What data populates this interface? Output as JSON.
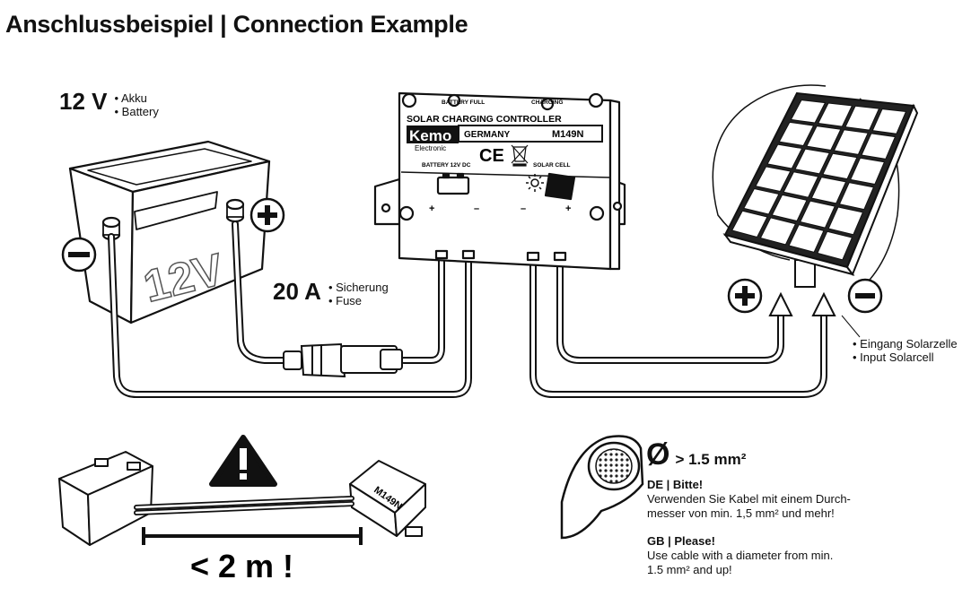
{
  "title": "Anschlussbeispiel | Connection Example",
  "battery": {
    "voltage": "12 V",
    "label_de": "Akku",
    "label_en": "Battery",
    "case_marking": "12V"
  },
  "fuse": {
    "rating": "20 A",
    "label_de": "Sicherung",
    "label_en": "Fuse"
  },
  "controller": {
    "led_battery_full": "BATTERY FULL",
    "led_charging": "CHARGING",
    "name": "SOLAR CHARGING CONTROLLER",
    "brand": "Kemo",
    "brand_sub": "Electronic",
    "country": "GERMANY",
    "model": "M149N",
    "ce_mark": "CE",
    "battery_port": "BATTERY 12V DC",
    "solar_port": "SOLAR CELL",
    "plus": "+",
    "minus": "–"
  },
  "solar_input": {
    "label_de": "Eingang Solarzelle",
    "label_en": "Input Solarcell"
  },
  "distance": {
    "module_label": "M149N",
    "max_distance": "< 2 m !"
  },
  "cable": {
    "diameter_symbol": "Ø",
    "diameter_value": "> 1.5 mm²",
    "de_heading": "DE | Bitte!",
    "de_text_line1": "Verwenden Sie Kabel mit einem Durch-",
    "de_text_line2": "messer von min. 1,5 mm² und mehr!",
    "gb_heading": "GB | Please!",
    "gb_text_line1": "Use cable with a diameter from min.",
    "gb_text_line2": "1.5 mm² and up!"
  }
}
